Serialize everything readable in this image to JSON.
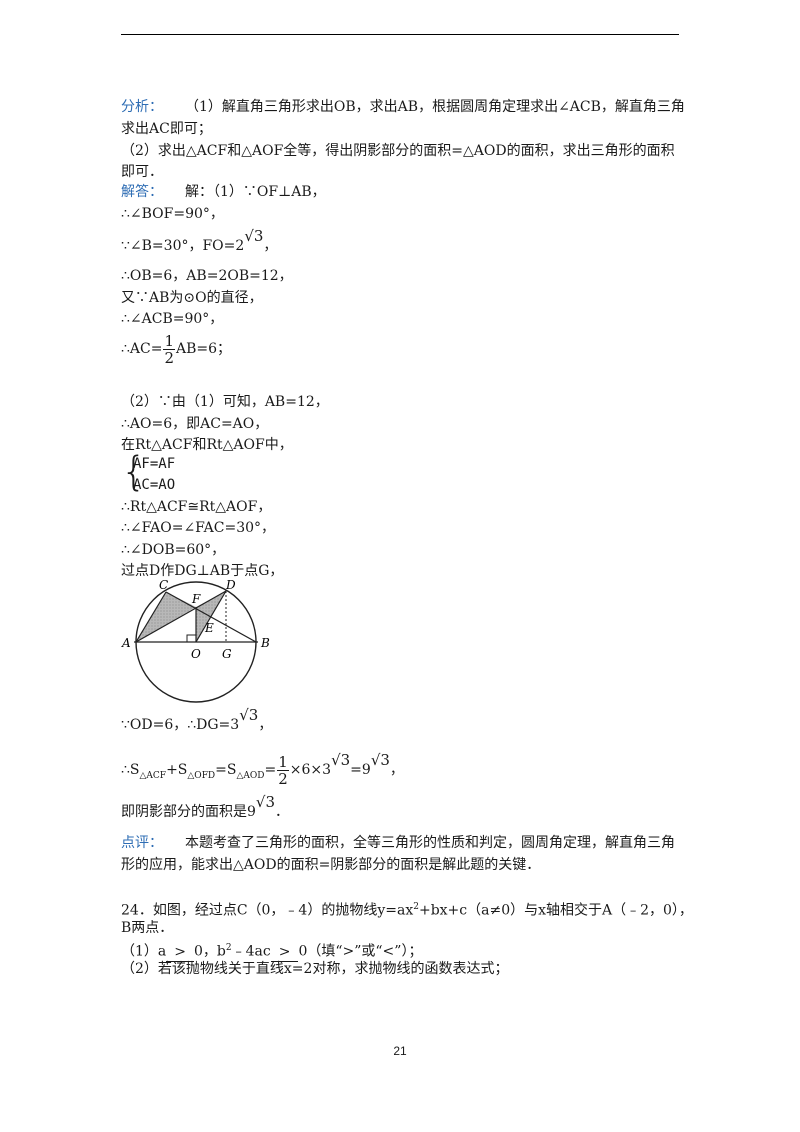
{
  "analysis": {
    "label": "分析：",
    "l1": "（1）解直角三角形求出OB，求出AB，根据圆周角定理求出∠ACB，解直角三角",
    "l2": "求出AC即可；",
    "l3": "（2）求出△ACF和△AOF全等，得出阴影部分的面积=△AOD的面积，求出三角形的面积",
    "l4": "即可．"
  },
  "solution": {
    "label": "解答：",
    "s1": "解：（1）∵OF⊥AB，",
    "s2": "∴∠BOF=90°，",
    "s3a": "∵∠B=30°，FO=2",
    "root3": "3",
    "comma": "，",
    "s4": "∴OB=6，AB=2OB=12，",
    "s5": "又∵AB为⊙O的直径，",
    "s6": "∴∠ACB=90°，",
    "s7a": "∴AC=",
    "half_num": "1",
    "half_den": "2",
    "s7b": "AB=6；",
    "p2": "（2）∵由（1）可知，AB=12，",
    "p3": "∴AO=6，即AC=AO，",
    "p4": "在Rt△ACF和Rt△AOF中，",
    "sys1": "AF=AF",
    "sys2": "AC=AO",
    "p5": "∴Rt△ACF≅Rt△AOF，",
    "p6": "∴∠FAO=∠FAC=30°，",
    "p7": "∴∠DOB=60°，",
    "p8": "过点D作DG⊥AB于点G，",
    "p9a": "∵OD=6，∴DG=3",
    "p10_S": "∴S",
    "p10_sub1": "△ACF",
    "p10_plus": "+S",
    "p10_sub2": "△OFD",
    "p10_eq": "=S",
    "p10_sub3": "△AOD",
    "p10_eq2": "=",
    "p10_mid": "×6×3",
    "p10_eq3": "=9",
    "p11a": "即阴影部分的面积是9",
    "period": "．"
  },
  "figure": {
    "A": "A",
    "B": "B",
    "O": "O",
    "G": "G",
    "C": "C",
    "D": "D",
    "F": "F",
    "E": "E"
  },
  "review": {
    "label": "点评：",
    "r1": "本题考查了三角形的面积，全等三角形的性质和判定，圆周角定理，解直角三角",
    "r2": "形的应用，能求出△AOD的面积=阴影部分的面积是解此题的关键．"
  },
  "q24": {
    "l1a": "24．如图，经过点C（0，﹣4）的抛物线y=ax",
    "l1sup": "2",
    "l1b": "+bx+c（a≠0）与x轴相交于A（﹣2，0），",
    "l2": "B两点．",
    "l3a": "（1）a",
    "ans1": ">",
    "l3b": "0，b",
    "l3sup": "2",
    "l3c": "﹣4ac",
    "ans2": ">",
    "l3d": "0（填“>”或“<”）；",
    "l4": "（2）若该抛物线关于直线x=2对称，求抛物线的函数表达式；"
  },
  "page_number": "21"
}
